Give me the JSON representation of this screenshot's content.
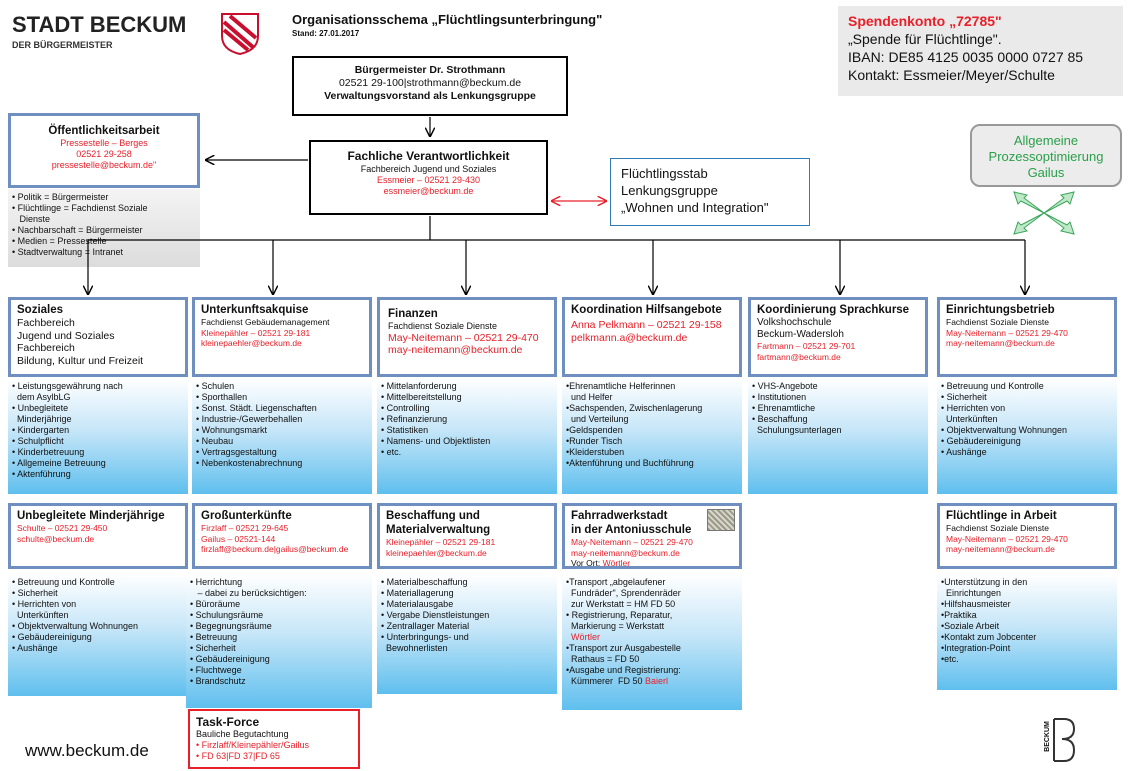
{
  "logo": {
    "city": "STADT BECKUM",
    "sub": "DER BÜRGERMEISTER"
  },
  "header": {
    "title": "Organisationsschema „Flüchtlingsunterbringung\"",
    "date": "Stand: 27.01.2017"
  },
  "donation": {
    "title": "Spendenkonto „72785\"",
    "l1": "„Spende für Flüchtlinge\".",
    "l2": "IBAN: DE85 4125 0035 0000 0727 85",
    "l3": "Kontakt: Essmeier/Meyer/Schulte"
  },
  "mayor": {
    "l1": "Bürgermeister Dr. Strothmann",
    "l2": "02521 29-100|strothmann@beckum.de",
    "l3": "Verwaltungsvorstand als Lenkungsgruppe"
  },
  "pr": {
    "title": "Öffentlichkeitsarbeit",
    "l1": "Pressestelle – Berges",
    "l2": "02521 29-258",
    "l3": "pressestelle@beckum.de\""
  },
  "pr_list": [
    "• Politik = Bürgermeister",
    "• Flüchtlinge = Fachdienst Soziale",
    "   Dienste",
    "• Nachbarschaft = Bürgermeister",
    "• Medien = Pressestelle",
    "• Stadtverwaltung = Intranet"
  ],
  "fv": {
    "title": "Fachliche Verantwortlichkeit",
    "l1": "Fachbereich Jugend und Soziales",
    "l2": "Essmeier – 02521 29-430",
    "l3": "essmeier@beckum.de"
  },
  "stab": {
    "l1": "Flüchtlingsstab",
    "l2": "Lenkungsgruppe",
    "l3": "„Wohnen und Integration\""
  },
  "process": {
    "l1": "Allgemeine",
    "l2": "Prozessoptimierung",
    "l3": "Gailus"
  },
  "col1": {
    "title": "Soziales",
    "lines": [
      "Fachbereich",
      "Jugend und Soziales",
      "Fachbereich",
      "Bildung, Kultur und Freizeit"
    ],
    "items": [
      "• Leistungsgewährung nach",
      "  dem AsylbLG",
      "• Unbegleitete",
      "  Minderjährige",
      "• Kindergarten",
      "• Schulpflicht",
      "• Kinderbetreuung",
      "• Allgemeine Betreuung",
      "• Aktenführung"
    ]
  },
  "col2": {
    "title": "Unterkunftsakquise",
    "l1": "Fachdienst Gebäudemanagement",
    "l2": "Kleinepähler – 02521 29-181",
    "l3": "kleinepaehler@beckum.de",
    "items": [
      "• Schulen",
      "• Sporthallen",
      "• Sonst. Städt. Liegenschaften",
      "• Industrie-/Gewerbehallen",
      "• Wohnungsmarkt",
      "• Neubau",
      "• Vertragsgestaltung",
      "• Nebenkostenabrechnung"
    ]
  },
  "col3": {
    "title": "Finanzen",
    "l1": "Fachdienst Soziale Dienste",
    "l2": "May-Neitemann – 02521 29-470",
    "l3": "may-neitemann@beckum.de",
    "items": [
      "• Mittelanforderung",
      "• Mittelbereitstellung",
      "• Controlling",
      "• Refinanzierung",
      "• Statistiken",
      "• Namens- und Objektlisten",
      "• etc."
    ]
  },
  "col4": {
    "title": "Koordination Hilfsangebote",
    "l1": "Anna Pelkmann – 02521 29-158",
    "l2": "pelkmann.a@beckum.de",
    "items": [
      "•Ehrenamtliche Helferinnen",
      "  und Helfer",
      "•Sachspenden, Zwischenlagerung",
      "  und Verteilung",
      "•Geldspenden",
      "•Runder Tisch",
      "•Kleiderstuben",
      "•Aktenführung und Buchführung"
    ]
  },
  "col5": {
    "title": "Koordinierung Sprachkurse",
    "l1": "Volkshochschule",
    "l2": "Beckum-Wadersloh",
    "l3": "Fartmann – 02521 29-701",
    "l4": "fartmann@beckum.de",
    "items": [
      "• VHS-Angebote",
      "• Institutionen",
      "• Ehrenamtliche",
      "• Beschaffung",
      "  Schulungsunterlagen"
    ]
  },
  "col6": {
    "title": "Einrichtungsbetrieb",
    "l1": "Fachdienst Soziale Dienste",
    "l2": "May-Neitemann – 02521 29-470",
    "l3": "may-neitemann@beckum.de",
    "items": [
      "• Betreuung und Kontrolle",
      "• Sicherheit",
      "• Herrichten von",
      "  Unterkünften",
      "• Objektverwaltung Wohnungen",
      "• Gebäudereinigung",
      "• Aushänge"
    ]
  },
  "r2c1": {
    "title": "Unbegleitete Minderjährige",
    "l1": "Schulte – 02521 29-450",
    "l2": "schulte@beckum.de",
    "items": [
      "• Betreuung und Kontrolle",
      "• Sicherheit",
      "• Herrichten von",
      "  Unterkünften",
      "• Objektverwaltung Wohnungen",
      "• Gebäudereinigung",
      "• Aushänge"
    ]
  },
  "r2c2": {
    "title": "Großunterkünfte",
    "l1": "Firzlaff – 02521 29-645",
    "l2": "Gailus – 02521-144",
    "l3": "firzlaff@beckum.de|gailus@beckum.de",
    "items": [
      "• Herrichtung",
      "   – dabei zu berücksichtigen:",
      "• Büroräume",
      "• Schulungsräume",
      "• Begegnungsräume",
      "• Betreuung",
      "• Sicherheit",
      "• Gebäudereinigung",
      "• Fluchtwege",
      "• Brandschutz"
    ]
  },
  "r2c3": {
    "title": "Beschaffung und",
    "title2": "Materialverwaltung",
    "l1": "Kleinepähler – 02521 29-181",
    "l2": "kleinepaehler@beckum.de",
    "items": [
      "• Materialbeschaffung",
      "• Materiallagerung",
      "• Materialausgabe",
      "• Vergabe Dienstleistungen",
      "• Zentrallager Material",
      "• Unterbringungs- und",
      "  Bewohnerlisten"
    ]
  },
  "r2c4": {
    "title": "Fahrradwerkstadt",
    "title2": "in der Antoniusschule",
    "l1": "May-Neitemann – 02521 29-470",
    "l2": "may-neitemann@beckum.de",
    "l3a": "Vor Ort: ",
    "l3b": "Wörtler",
    "items": [
      "•Transport „abgelaufener",
      "  Fundräder\", Sprendenräder",
      "  zur Werkstatt = HM FD 50",
      "• Registrierung, Reparatur,",
      "  Markierung = Werkstatt"
    ],
    "red": "  Wörtler",
    "items2": [
      "•Transport zur Ausgabestelle",
      "  Rathaus = FD 50",
      "•Ausgabe und Registrierung:",
      "  Kümmerer  FD 50 "
    ],
    "red2": "Baierl"
  },
  "r2c6": {
    "title": "Flüchtlinge in Arbeit",
    "l1": "Fachdienst Soziale Dienste",
    "l2": "May-Neitemann – 02521 29-470",
    "l3": "may-neitemann@beckum.de",
    "items": [
      "•Unterstützung in den",
      "  Einrichtungen",
      "•Hilfshausmeister",
      "•Praktika",
      "•Soziale Arbeit",
      "•Kontakt zum Jobcenter",
      "•Integration-Point",
      "•etc."
    ]
  },
  "task": {
    "title": "Task-Force",
    "l1": "Bauliche Begutachtung",
    "l2": "• Firzlaff/Kleinepähler/Gailus",
    "l3": "• FD 63|FD 37|FD 65"
  },
  "footer": {
    "url": "www.beckum.de",
    "brand": "BECKUM"
  }
}
